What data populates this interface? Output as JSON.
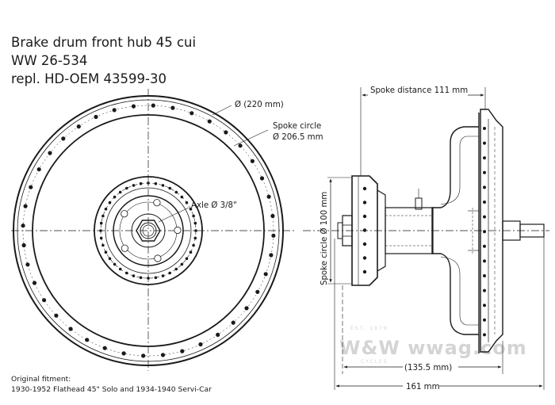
{
  "title": {
    "line1": "Brake drum front hub 45 cui",
    "line2": "WW 26-534",
    "line3": "repl. HD-OEM 43599-30"
  },
  "fitment": {
    "heading": "Original fitment:",
    "text": "1930-1952 Flathead 45\" Solo and 1934-1940 Servi-Car"
  },
  "front_view": {
    "outer_diameter": "Ø (220 mm)",
    "spoke_circle_label": "Spoke circle",
    "spoke_circle_value": "Ø 206.5 mm",
    "axle": "Axle Ø 3/8\""
  },
  "side_view": {
    "spoke_distance": "Spoke distance 111 mm",
    "small_spoke_circle": "Spoke circle Ø 100 mm",
    "width_inner": "(135.5 mm)",
    "width_total": "161 mm"
  },
  "watermark": {
    "text": "W&W wwag.com",
    "est": "EST. 1979",
    "cycles": "CYCLES"
  }
}
